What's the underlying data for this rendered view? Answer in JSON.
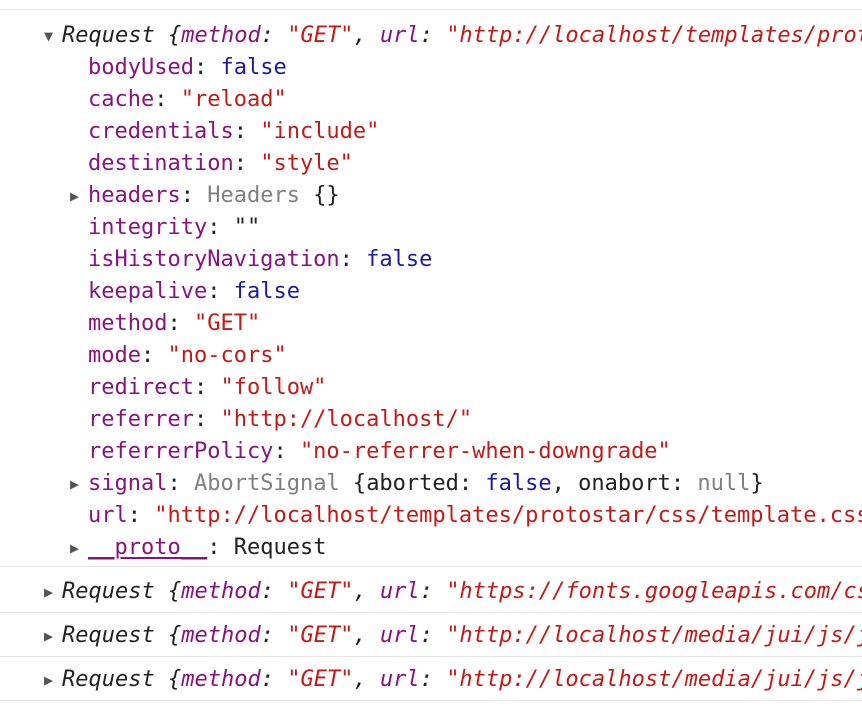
{
  "expanded_request": {
    "summary": {
      "class": "Request",
      "open_brace": " {",
      "k1": "method",
      "v1": "\"GET\"",
      "k2": "url",
      "v2": "\"http://localhost/templates/proto"
    },
    "properties": [
      {
        "key": "bodyUsed",
        "value": "false",
        "type": "bool"
      },
      {
        "key": "cache",
        "value": "\"reload\"",
        "type": "str"
      },
      {
        "key": "credentials",
        "value": "\"include\"",
        "type": "str"
      },
      {
        "key": "destination",
        "value": "\"style\"",
        "type": "str"
      },
      {
        "key": "headers",
        "cls": "Headers",
        "tail": " {}",
        "expandable": true
      },
      {
        "key": "integrity",
        "value": "\"\"",
        "type": "plain"
      },
      {
        "key": "isHistoryNavigation",
        "value": "false",
        "type": "bool"
      },
      {
        "key": "keepalive",
        "value": "false",
        "type": "bool"
      },
      {
        "key": "method",
        "value": "\"GET\"",
        "type": "str"
      },
      {
        "key": "mode",
        "value": "\"no-cors\"",
        "type": "str"
      },
      {
        "key": "redirect",
        "value": "\"follow\"",
        "type": "str"
      },
      {
        "key": "referrer",
        "value": "\"http://localhost/\"",
        "type": "str"
      },
      {
        "key": "referrerPolicy",
        "value": "\"no-referrer-when-downgrade\"",
        "type": "str"
      },
      {
        "key": "signal",
        "cls": "AbortSignal",
        "expandable": true,
        "inner": {
          "open": " {",
          "k1": "aborted",
          "v1": "false",
          "k2": "onabort",
          "v2": "null",
          "close": "}"
        }
      },
      {
        "key": "url",
        "value": "\"http://localhost/templates/protostar/css/template.css",
        "type": "str"
      },
      {
        "key": "__proto__",
        "value": "Request",
        "type": "plain",
        "expandable": true,
        "proto": true
      }
    ]
  },
  "collapsed_requests": [
    {
      "class": "Request",
      "open_brace": " {",
      "k1": "method",
      "v1": "\"GET\"",
      "k2": "url",
      "v2": "\"https://fonts.googleapis.com/cs"
    },
    {
      "class": "Request",
      "open_brace": " {",
      "k1": "method",
      "v1": "\"GET\"",
      "k2": "url",
      "v2": "\"http://localhost/media/jui/js/j"
    },
    {
      "class": "Request",
      "open_brace": " {",
      "k1": "method",
      "v1": "\"GET\"",
      "k2": "url",
      "v2": "\"http://localhost/media/jui/js/j"
    }
  ],
  "icons": {
    "expanded": "▼",
    "collapsed": "▶"
  },
  "colors": {
    "key": "#881280",
    "string": "#c41a16",
    "boolean": "#1a1aa6",
    "muted": "#808080"
  }
}
